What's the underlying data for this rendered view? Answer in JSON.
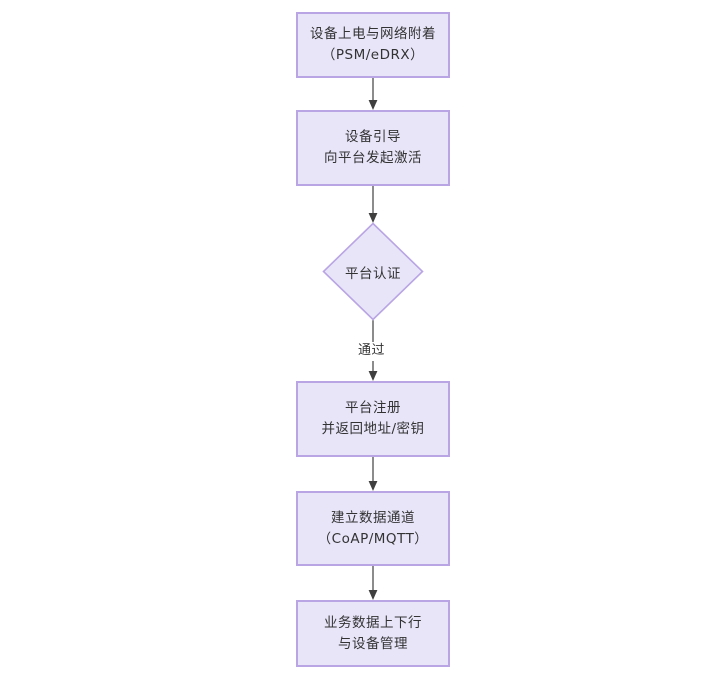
{
  "diagram": {
    "type": "flowchart",
    "orientation": "top-to-bottom",
    "colors": {
      "node_fill": "#e8e5f9",
      "node_border": "#b9a5e3",
      "text": "#333333",
      "edge": "#3f3f3f",
      "background": "#ffffff"
    },
    "nodes": [
      {
        "id": "n1",
        "shape": "rectangle",
        "lines": [
          "设备上电与网络附着",
          "（PSM/eDRX）"
        ]
      },
      {
        "id": "n2",
        "shape": "rectangle",
        "lines": [
          "设备引导",
          "向平台发起激活"
        ]
      },
      {
        "id": "n3",
        "shape": "diamond",
        "lines": [
          "平台认证"
        ]
      },
      {
        "id": "n4",
        "shape": "rectangle",
        "lines": [
          "平台注册",
          "并返回地址/密钥"
        ]
      },
      {
        "id": "n5",
        "shape": "rectangle",
        "lines": [
          "建立数据通道",
          "（CoAP/MQTT）"
        ]
      },
      {
        "id": "n6",
        "shape": "rectangle",
        "lines": [
          "业务数据上下行",
          "与设备管理"
        ]
      }
    ],
    "edges": [
      {
        "id": "e1",
        "from": "n1",
        "to": "n2",
        "label": ""
      },
      {
        "id": "e2",
        "from": "n2",
        "to": "n3",
        "label": ""
      },
      {
        "id": "e3",
        "from": "n3",
        "to": "n4",
        "label": "通过"
      },
      {
        "id": "e4",
        "from": "n4",
        "to": "n5",
        "label": ""
      },
      {
        "id": "e5",
        "from": "n5",
        "to": "n6",
        "label": ""
      }
    ]
  }
}
